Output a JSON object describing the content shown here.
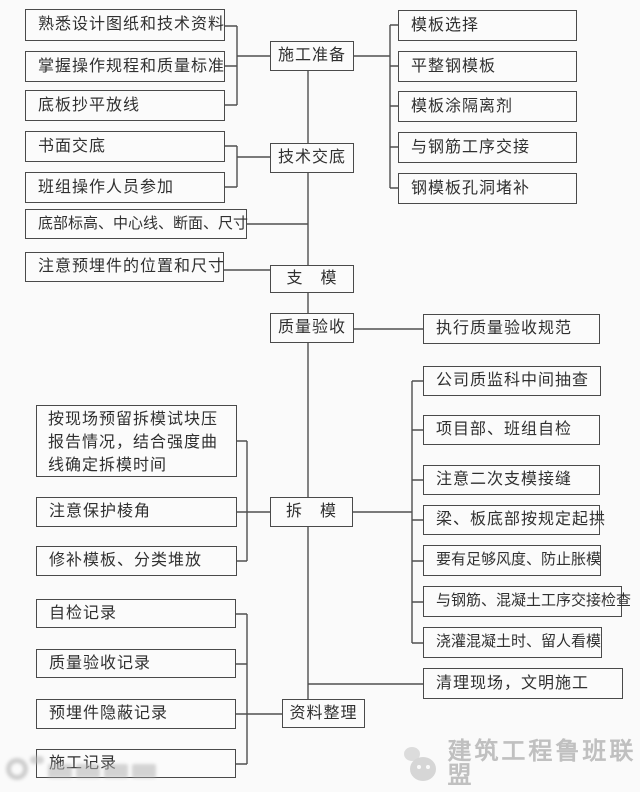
{
  "boxes": {
    "center": [
      {
        "label": "施工准备"
      },
      {
        "label": "技术交底"
      },
      {
        "label": "支　模"
      },
      {
        "label": "质量验收"
      },
      {
        "label": "拆　模"
      },
      {
        "label": "资料整理"
      }
    ],
    "left": [
      {
        "label": "熟悉设计图纸和技术资料"
      },
      {
        "label": "掌握操作规程和质量标准"
      },
      {
        "label": "底板抄平放线"
      },
      {
        "label": "书面交底"
      },
      {
        "label": "班组操作人员参加"
      },
      {
        "label": "底部标高、中心线、断面、尺寸"
      },
      {
        "label": "注意预埋件的位置和尺寸"
      },
      {
        "label": "按现场预留拆模试块压报告情况，结合强度曲线确定拆模时间"
      },
      {
        "label": "注意保护棱角"
      },
      {
        "label": "修补模板、分类堆放"
      },
      {
        "label": "自检记录"
      },
      {
        "label": "质量验收记录"
      },
      {
        "label": "预埋件隐蔽记录"
      },
      {
        "label": "施工记录"
      }
    ],
    "right": [
      {
        "label": "模板选择"
      },
      {
        "label": "平整钢模板"
      },
      {
        "label": "模板涂隔离剂"
      },
      {
        "label": "与钢筋工序交接"
      },
      {
        "label": "钢模板孔洞堵补"
      },
      {
        "label": "执行质量验收规范"
      },
      {
        "label": "公司质监科中间抽查"
      },
      {
        "label": "项目部、班组自检"
      },
      {
        "label": "注意二次支模接缝"
      },
      {
        "label": "梁、板底部按规定起拱"
      },
      {
        "label": "要有足够风度、防止胀模"
      },
      {
        "label": "与钢筋、混凝土工序交接检查"
      },
      {
        "label": "浇灌混凝土时、留人看模"
      },
      {
        "label": "清理现场，文明施工"
      }
    ]
  },
  "watermark": {
    "brand_text": "建筑工程鲁班联盟"
  },
  "colors": {
    "line": "#4f4f4f",
    "text": "#303030",
    "watermark": "#c0c0c0"
  }
}
